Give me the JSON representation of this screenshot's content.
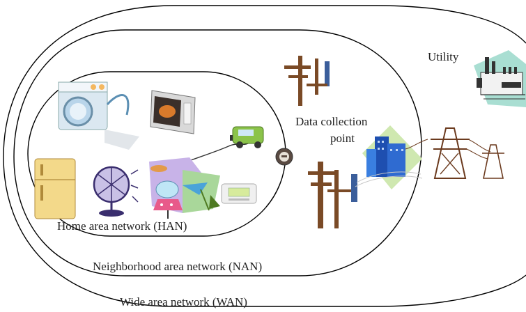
{
  "labels": {
    "han": "Home area network (HAN)",
    "nan": "Neighborhood area network (NAN)",
    "wan": "Wide area network (WAN)",
    "data_collection_line1": "Data collection",
    "data_collection_line2": "point",
    "utility": "Utility"
  },
  "colors": {
    "outline": "#000000",
    "text": "#222222",
    "pole": "#7a4a26",
    "building": "#1e4fb0",
    "tower": "#6b3a1e",
    "appliance": "#cfe3f0"
  },
  "icons": [
    "washing-machine-icon",
    "microwave-icon",
    "electric-car-icon",
    "refrigerator-icon",
    "fan-icon",
    "lamps-icon",
    "thermostat-icon",
    "smart-meter-icon",
    "utility-pole-icon",
    "building-icon",
    "transmission-tower-icon",
    "power-plant-icon"
  ]
}
